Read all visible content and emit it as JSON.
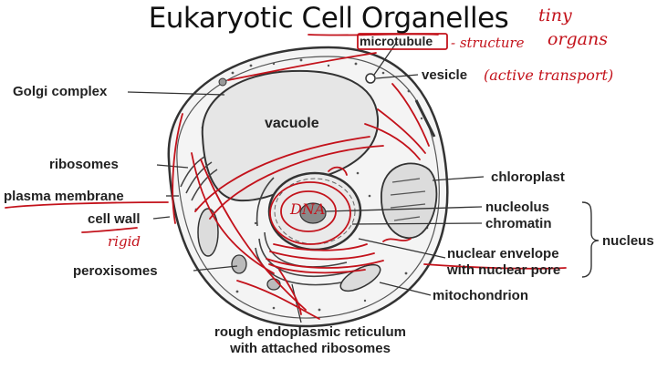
{
  "title": "Eukaryotic Cell Organelles",
  "labels": {
    "microtubule": "microtubule",
    "vesicle": "vesicle",
    "golgi": "Golgi complex",
    "vacuole": "vacuole",
    "ribosomes": "ribosomes",
    "chloroplast": "chloroplast",
    "plasma_membrane": "plasma membrane",
    "nucleolus": "nucleolus",
    "cell_wall": "cell wall",
    "chromatin": "chromatin",
    "nucleus": "nucleus",
    "nuclear_envelope_1": "nuclear envelope",
    "nuclear_envelope_2": "with nuclear pore",
    "peroxisomes": "peroxisomes",
    "mitochondrion": "mitochondrion",
    "rough_er_1": "rough endoplasmic reticulum",
    "rough_er_2": "with attached ribosomes"
  },
  "annotations": {
    "tiny": "tiny",
    "organs": "organs",
    "structure": "- structure",
    "active_transport": "(active transport)",
    "dna": "DNA",
    "rigid": "rigid"
  },
  "colors": {
    "ink": "#c3121b",
    "line": "#333333",
    "text": "#222222"
  }
}
